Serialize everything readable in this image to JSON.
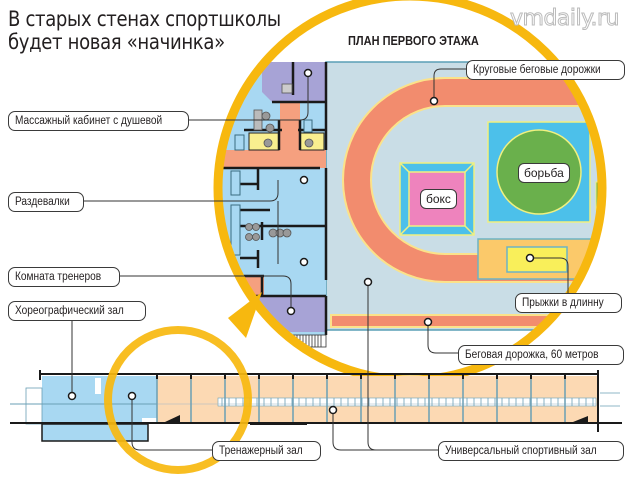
{
  "title": {
    "line1": "В старых стенах спортшколы",
    "line2": "будет новая «начинка»"
  },
  "watermark": "vmdaily.ru",
  "plan_title": "ПЛАН ПЕРВОГО ЭТАЖА",
  "callouts": {
    "massage": "Массажный кабинет с душевой",
    "lockers": "Раздевалки",
    "coaches": "Комната тренеров",
    "choreo": "Хореографический зал",
    "tracks": "Круговые беговые дорожки",
    "long_jump": "Прыжки в длинну",
    "sprint": "Беговая дорожка, 60 метров",
    "gym": "Тренажерный зал",
    "universal": "Универсальный спортивный зал"
  },
  "zones": {
    "boxing": "бокс",
    "wrestling": "борьба"
  },
  "colors": {
    "accent_ring": "#f7b80f",
    "track": "#f28c6e",
    "hall_floor": "#c9dde6",
    "locker_rooms": "#a8d8f2",
    "purple_rooms": "#a7a3d6",
    "yellow_rooms": "#f9ef8f",
    "wrestling_mat": "#6ab04c",
    "mat_square": "#4cc0ea",
    "boxing_ring": "#ee83bd",
    "jump_pit": "#fbc96a",
    "section_orange": "#fcd9b3"
  }
}
